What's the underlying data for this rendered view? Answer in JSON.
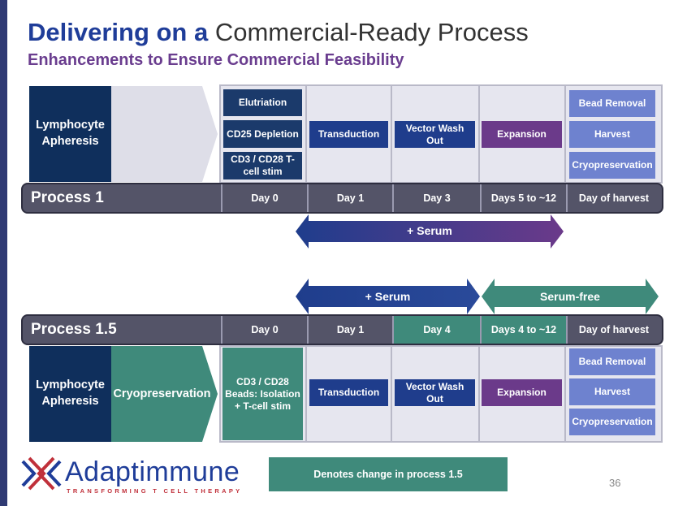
{
  "title": {
    "bold": "Delivering on a",
    "rest": "Commercial-Ready Process"
  },
  "subtitle": "Enhancements to Ensure Commercial Feasibility",
  "process1": {
    "label": "Process 1",
    "lymphocyte": "Lymphocyte Apheresis",
    "days": [
      "Day 0",
      "Day 1",
      "Day 3",
      "Days 5 to ~12",
      "Day of harvest"
    ],
    "day0_steps": [
      "Elutriation",
      "CD25 Depletion",
      "CD3 / CD28 T-cell stim"
    ],
    "transduction": "Transduction",
    "vector_wash": "Vector Wash Out",
    "expansion": "Expansion",
    "harvest_steps": [
      "Bead Removal",
      "Harvest",
      "Cryopreservation"
    ],
    "serum_arrow": "+ Serum"
  },
  "process15": {
    "label": "Process 1.5",
    "lymphocyte": "Lymphocyte Apheresis",
    "cryo": "Cryopreservation",
    "days": [
      "Day 0",
      "Day 1",
      "Day 4",
      "Days 4 to ~12",
      "Day of harvest"
    ],
    "day0_step": "CD3 / CD28 Beads: Isolation + T-cell stim",
    "transduction": "Transduction",
    "vector_wash": "Vector Wash Out",
    "expansion": "Expansion",
    "harvest_steps": [
      "Bead Removal",
      "Harvest",
      "Cryopreservation"
    ],
    "serum_arrow": "+ Serum",
    "serumfree_arrow": "Serum-free"
  },
  "legend": "Denotes change in process 1.5",
  "page_number": "36",
  "logo": {
    "name": "Adaptimmune",
    "tagline": "TRANSFORMING T CELL THERAPY"
  },
  "colors": {
    "navy": "#0f2f5c",
    "blue": "#1f3d8c",
    "purple": "#6b3a8a",
    "lavender": "#6e82cf",
    "teal": "#3f8a7b",
    "bar": "#545468"
  }
}
